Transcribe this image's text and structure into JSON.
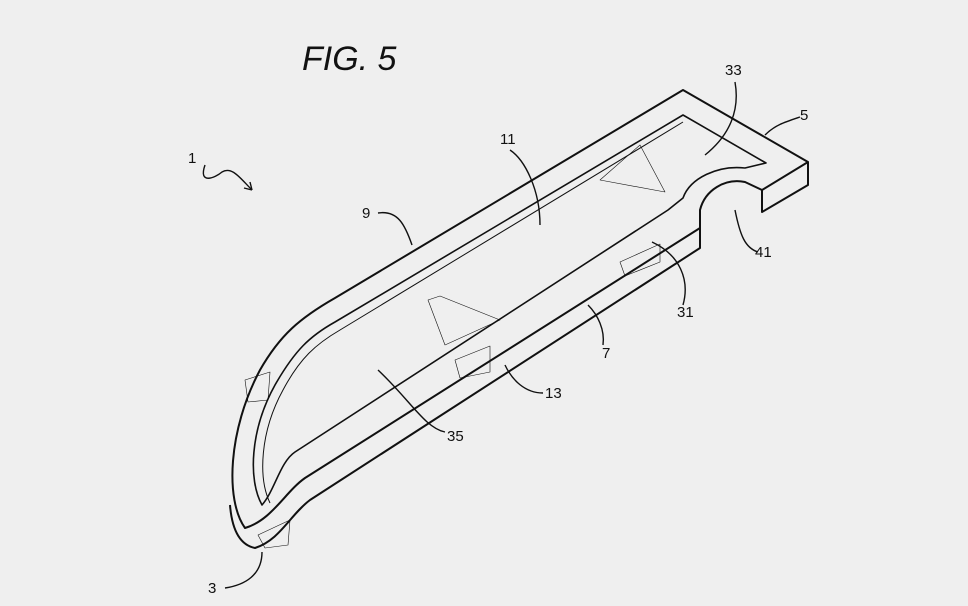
{
  "figure": {
    "title": "FIG. 5",
    "labels": {
      "l1": "1",
      "l9": "9",
      "l11": "11",
      "l33": "33",
      "l5": "5",
      "l41": "41",
      "l31": "31",
      "l7": "7",
      "l13": "13",
      "l35": "35",
      "l3": "3"
    }
  }
}
